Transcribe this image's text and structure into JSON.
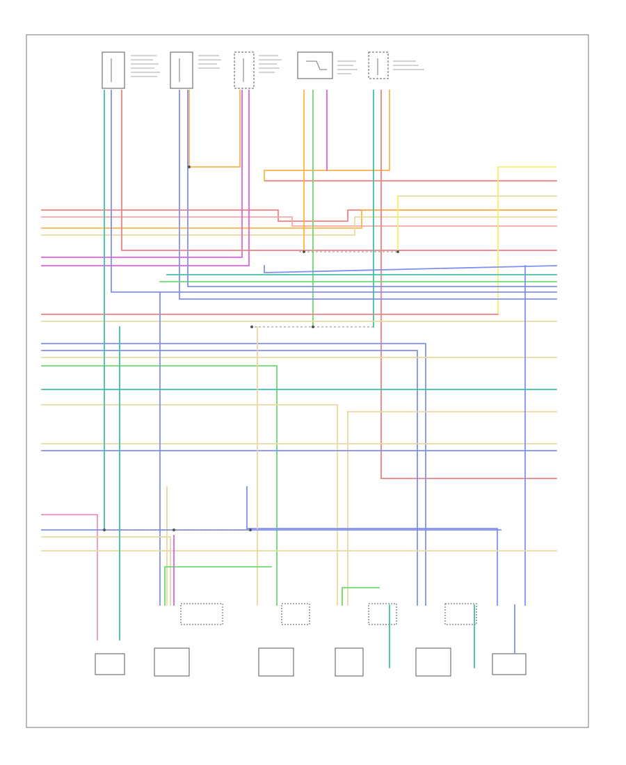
{
  "diagram": {
    "page_id": "",
    "colors": {
      "red": "#f28080",
      "pink": "#f7a8a8",
      "orange": "#ffb347",
      "tan": "#e9d8a0",
      "yellow": "#f2f26b",
      "blue": "#7f8ff2",
      "green": "#6dd96d",
      "teal": "#3fbfaa",
      "violet": "#e060e0",
      "frame": "#777777"
    },
    "components": [
      "top-connector-1",
      "top-connector-2",
      "top-connector-3",
      "top-connector-4",
      "top-connector-5",
      "bottom-sensor-1",
      "bottom-sensor-2",
      "bottom-sensor-3",
      "bottom-sensor-4",
      "bottom-sensor-5",
      "bottom-sensor-6",
      "bottom-sensor-7"
    ]
  }
}
